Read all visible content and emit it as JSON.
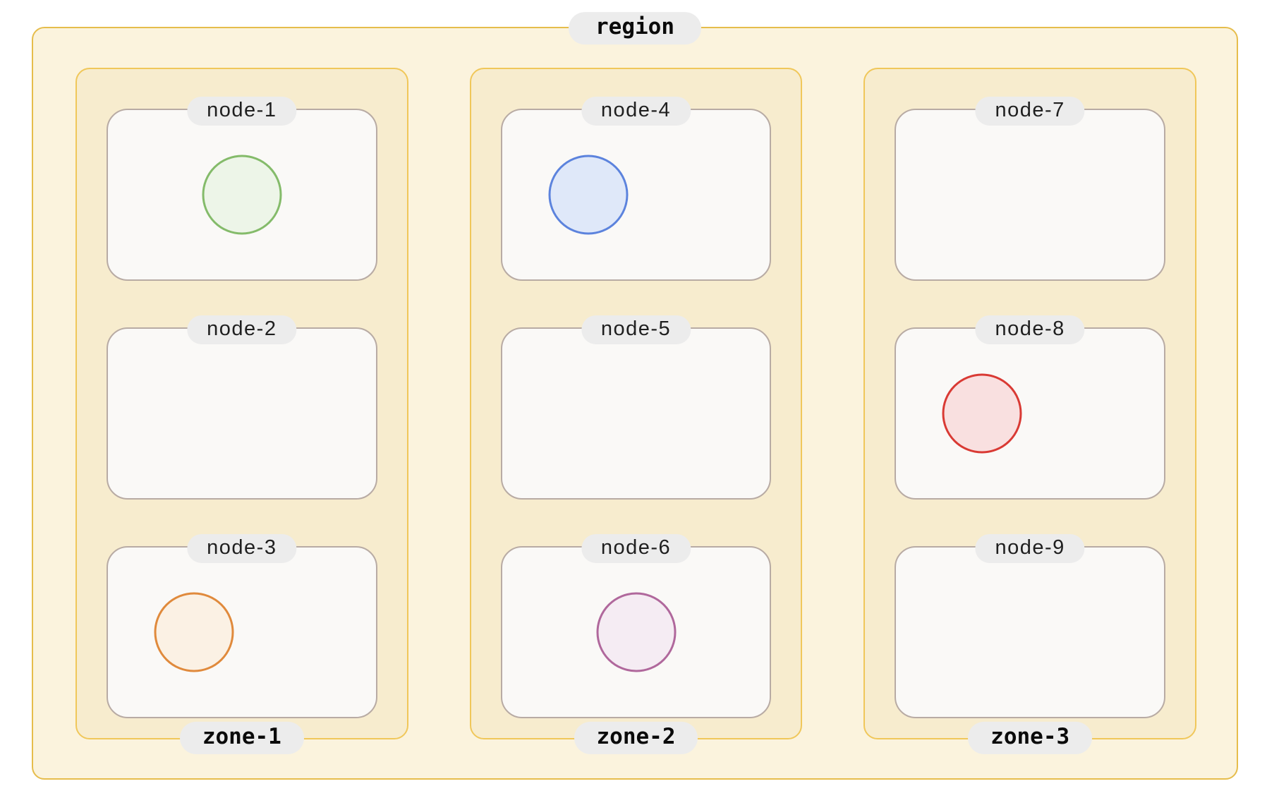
{
  "diagram": {
    "region": {
      "label": "region",
      "zones": [
        {
          "label": "zone-1",
          "nodes": [
            {
              "label": "node-1",
              "circle": {
                "fill": "#EDF5E8",
                "stroke": "#84BB6A",
                "position": "center"
              }
            },
            {
              "label": "node-2",
              "circle": null
            },
            {
              "label": "node-3",
              "circle": {
                "fill": "#FBF1E4",
                "stroke": "#E08A3C",
                "position": "left"
              }
            }
          ]
        },
        {
          "label": "zone-2",
          "nodes": [
            {
              "label": "node-4",
              "circle": {
                "fill": "#DFE8F9",
                "stroke": "#5C83DD",
                "position": "left"
              }
            },
            {
              "label": "node-5",
              "circle": null
            },
            {
              "label": "node-6",
              "circle": {
                "fill": "#F5ECF3",
                "stroke": "#B0689C",
                "position": "center"
              }
            }
          ]
        },
        {
          "label": "zone-3",
          "nodes": [
            {
              "label": "node-7",
              "circle": null
            },
            {
              "label": "node-8",
              "circle": {
                "fill": "#F9E0E0",
                "stroke": "#D93A34",
                "position": "left"
              }
            },
            {
              "label": "node-9",
              "circle": null
            }
          ]
        }
      ]
    },
    "colors": {
      "canvas_bg": "#FFFFFF",
      "region_bg": "#FBF3DD",
      "region_border": "#E6BD4C",
      "zone_bg": "#F7ECCE",
      "zone_border": "#F0C75A",
      "node_bg": "#FAF9F7",
      "node_border": "#B8ABA4",
      "label_pill_bg": "#ECECEC",
      "label_text": "#1A1A1A"
    }
  }
}
